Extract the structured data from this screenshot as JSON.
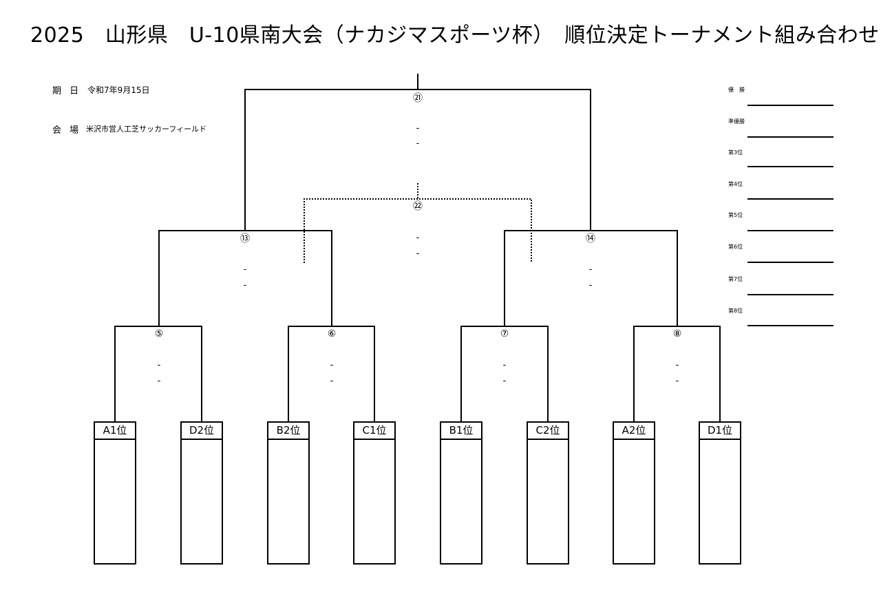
{
  "title": "2025　山形県　U-10県南大会（ナカジマスポーツ杯）　順位決定トーナメント組み合わせ",
  "info": {
    "date_label": "期 日",
    "date_value": "令和7年9月15日",
    "venue_label": "会 場",
    "venue_value": "米沢市営人工芝サッカーフィールド"
  },
  "rankings": [
    "優　勝",
    "準優勝",
    "第3位",
    "第4位",
    "第5位",
    "第6位",
    "第7位",
    "第8位"
  ],
  "teams": [
    "A1位",
    "D2位",
    "B2位",
    "C1位",
    "B1位",
    "C2位",
    "A2位",
    "D1位"
  ],
  "matches": {
    "m5": {
      "no": "⑤",
      "score1": "-",
      "score2": "-"
    },
    "m6": {
      "no": "⑥",
      "score1": "-",
      "score2": "-"
    },
    "m7": {
      "no": "⑦",
      "score1": "-",
      "score2": "-"
    },
    "m8": {
      "no": "⑧",
      "score1": "-",
      "score2": "-"
    },
    "m13": {
      "no": "⑬",
      "score1": "-",
      "score2": "-"
    },
    "m14": {
      "no": "⑭",
      "score1": "-",
      "score2": "-"
    },
    "m21": {
      "no": "㉑",
      "score1": "-",
      "score2": "-"
    },
    "m22": {
      "no": "㉒",
      "score1": "-",
      "score2": "-"
    }
  }
}
